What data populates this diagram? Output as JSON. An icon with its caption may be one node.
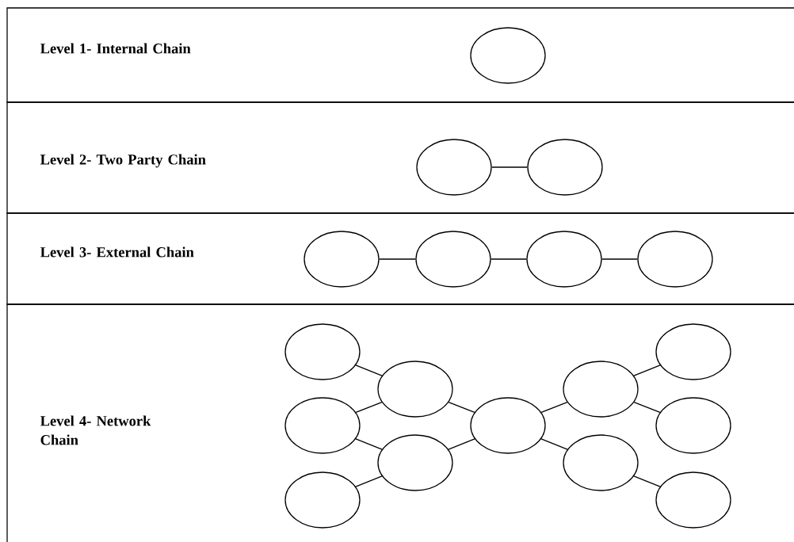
{
  "diagram": {
    "nodes": [
      {
        "text": [
          "Level 1- Internal Chain"
        ]
      },
      {
        "text": [],
        "shape": "circle",
        "in": 0
      },
      {
        "text": [
          "Level 2- Two Party Chain"
        ]
      },
      {
        "text": [],
        "shape": "circle",
        "in": 2
      },
      {
        "text": [],
        "shape": "circle",
        "in": 2
      },
      {
        "text": [
          "Level 3- External Chain"
        ]
      },
      {
        "text": [],
        "shape": "circle",
        "in": 5
      },
      {
        "text": [],
        "shape": "circle",
        "in": 5
      },
      {
        "text": [],
        "shape": "circle",
        "in": 5
      },
      {
        "text": [],
        "shape": "circle",
        "in": 5
      },
      {
        "text": [
          "Level 4- Network Chain"
        ]
      },
      {
        "text": [],
        "shape": "circle",
        "in": 10
      },
      {
        "text": [],
        "shape": "circle",
        "in": 10
      },
      {
        "text": [],
        "shape": "circle",
        "in": 10
      },
      {
        "text": [],
        "shape": "circle",
        "in": 10
      },
      {
        "text": [],
        "shape": "circle",
        "in": 10
      },
      {
        "text": [],
        "shape": "circle",
        "in": 10
      },
      {
        "text": [],
        "shape": "circle",
        "in": 10
      },
      {
        "text": [],
        "shape": "circle",
        "in": 10
      },
      {
        "text": [],
        "shape": "circle",
        "in": 10
      },
      {
        "text": [],
        "shape": "circle",
        "in": 10
      },
      {
        "text": [],
        "shape": "circle",
        "in": 10
      }
    ],
    "edges": [
      {
        "from": 3,
        "to": 4,
        "arrow": "none"
      },
      {
        "from": 6,
        "to": 7,
        "arrow": "none"
      },
      {
        "from": 7,
        "to": 8,
        "arrow": "none"
      },
      {
        "from": 8,
        "to": 9,
        "arrow": "none"
      },
      {
        "from": 11,
        "to": 14,
        "arrow": "none"
      },
      {
        "from": 12,
        "to": 14,
        "arrow": "none"
      },
      {
        "from": 12,
        "to": 15,
        "arrow": "none"
      },
      {
        "from": 13,
        "to": 15,
        "arrow": "none"
      },
      {
        "from": 14,
        "to": 16,
        "arrow": "none"
      },
      {
        "from": 15,
        "to": 16,
        "arrow": "none"
      },
      {
        "from": 16,
        "to": 17,
        "arrow": "none"
      },
      {
        "from": 16,
        "to": 18,
        "arrow": "none"
      },
      {
        "from": 17,
        "to": 19,
        "arrow": "none"
      },
      {
        "from": 17,
        "to": 20,
        "arrow": "none"
      },
      {
        "from": 18,
        "to": 21,
        "arrow": "none"
      }
    ]
  }
}
